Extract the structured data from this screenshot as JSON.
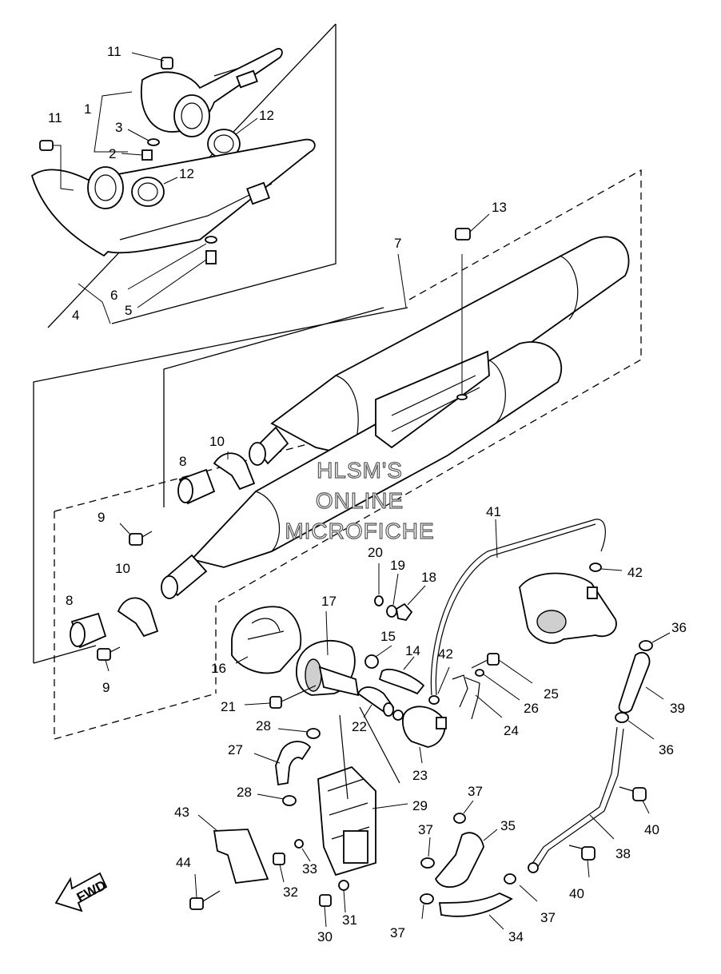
{
  "watermark": {
    "line1": "HLSM'S",
    "line2": "ONLINE",
    "line3": "MICROFICHE"
  },
  "fwd_label": "FWD",
  "callouts": [
    {
      "id": "c11a",
      "text": "11"
    },
    {
      "id": "c1",
      "text": "1"
    },
    {
      "id": "c3",
      "text": "3"
    },
    {
      "id": "c2",
      "text": "2"
    },
    {
      "id": "c11b",
      "text": "11"
    },
    {
      "id": "c12a",
      "text": "12"
    },
    {
      "id": "c12b",
      "text": "12"
    },
    {
      "id": "c6",
      "text": "6"
    },
    {
      "id": "c4",
      "text": "4"
    },
    {
      "id": "c5",
      "text": "5"
    },
    {
      "id": "c7",
      "text": "7"
    },
    {
      "id": "c13",
      "text": "13"
    },
    {
      "id": "c10a",
      "text": "10"
    },
    {
      "id": "c8a",
      "text": "8"
    },
    {
      "id": "c9a",
      "text": "9"
    },
    {
      "id": "c10b",
      "text": "10"
    },
    {
      "id": "c8b",
      "text": "8"
    },
    {
      "id": "c9b",
      "text": "9"
    },
    {
      "id": "c41",
      "text": "41"
    },
    {
      "id": "c42a",
      "text": "42"
    },
    {
      "id": "c20",
      "text": "20"
    },
    {
      "id": "c19",
      "text": "19"
    },
    {
      "id": "c18",
      "text": "18"
    },
    {
      "id": "c17",
      "text": "17"
    },
    {
      "id": "c15",
      "text": "15"
    },
    {
      "id": "c14",
      "text": "14"
    },
    {
      "id": "c16",
      "text": "16"
    },
    {
      "id": "c42b",
      "text": "42"
    },
    {
      "id": "c36a",
      "text": "36"
    },
    {
      "id": "c25",
      "text": "25"
    },
    {
      "id": "c26",
      "text": "26"
    },
    {
      "id": "c39",
      "text": "39"
    },
    {
      "id": "c21",
      "text": "21"
    },
    {
      "id": "c22",
      "text": "22"
    },
    {
      "id": "c24",
      "text": "24"
    },
    {
      "id": "c28a",
      "text": "28"
    },
    {
      "id": "c36b",
      "text": "36"
    },
    {
      "id": "c27",
      "text": "27"
    },
    {
      "id": "c23",
      "text": "23"
    },
    {
      "id": "c28b",
      "text": "28"
    },
    {
      "id": "c29",
      "text": "29"
    },
    {
      "id": "c37a",
      "text": "37"
    },
    {
      "id": "c40a",
      "text": "40"
    },
    {
      "id": "c43",
      "text": "43"
    },
    {
      "id": "c37b",
      "text": "37"
    },
    {
      "id": "c35",
      "text": "35"
    },
    {
      "id": "c38",
      "text": "38"
    },
    {
      "id": "c44",
      "text": "44"
    },
    {
      "id": "c33",
      "text": "33"
    },
    {
      "id": "c32",
      "text": "32"
    },
    {
      "id": "c40b",
      "text": "40"
    },
    {
      "id": "c37c",
      "text": "37"
    },
    {
      "id": "c31",
      "text": "31"
    },
    {
      "id": "c37d",
      "text": "37"
    },
    {
      "id": "c30",
      "text": "30"
    },
    {
      "id": "c34",
      "text": "34"
    }
  ]
}
